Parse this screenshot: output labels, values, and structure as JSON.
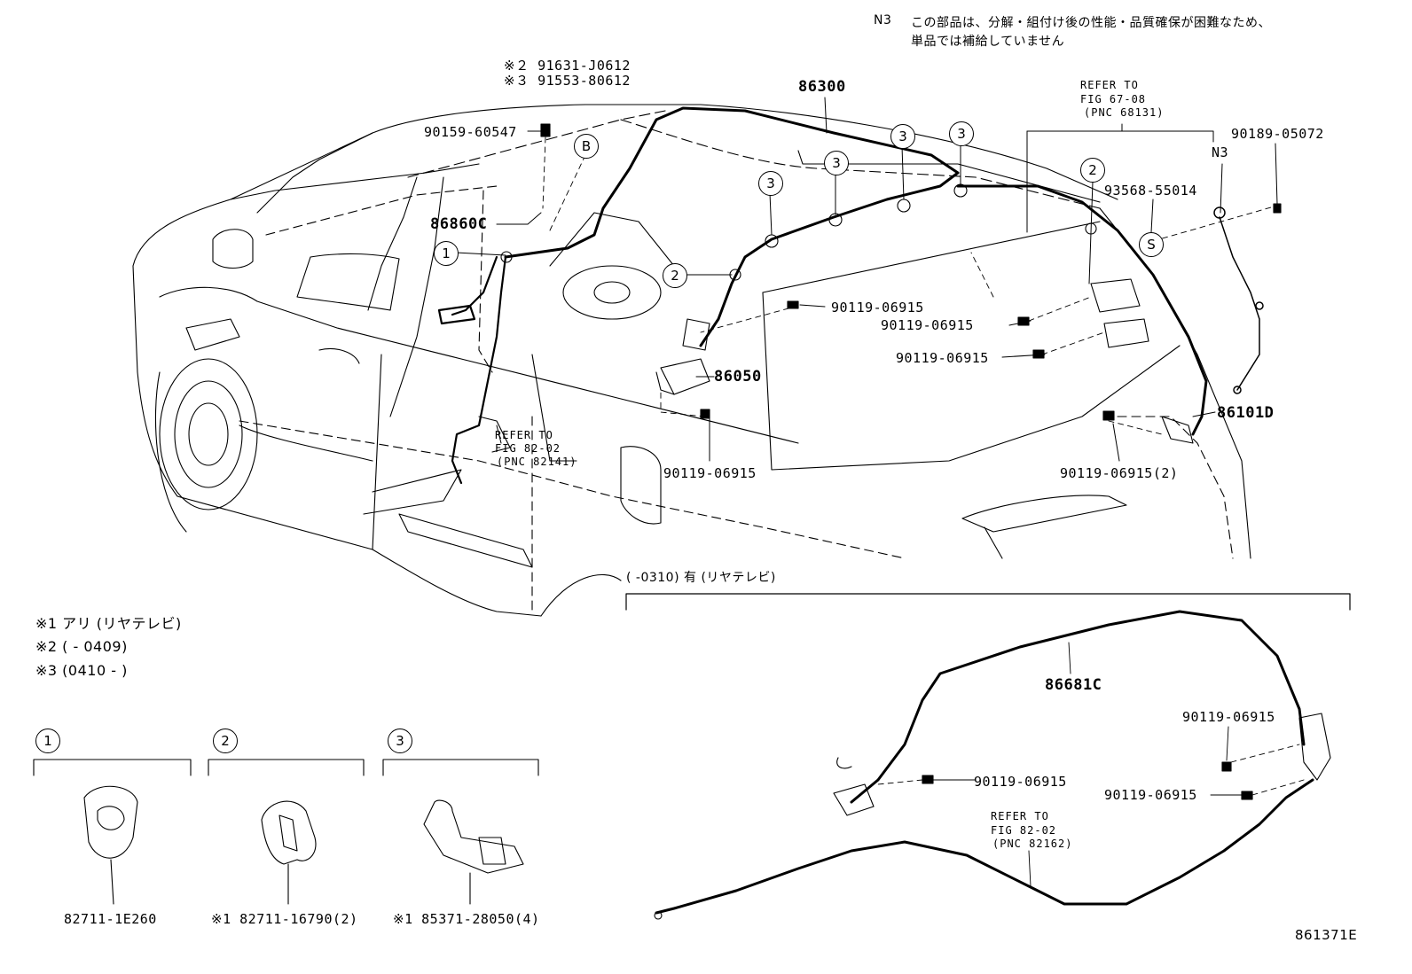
{
  "notes": {
    "n3_code": "N3",
    "n3_line1": "この部品は、分解・組付け後の性能・品質確保が困難なため、",
    "n3_line2": "単品では補給していません"
  },
  "callouts": {
    "c2_part": "※２ 91631-J0612",
    "c3_part": "※３ 91553-80612",
    "p86300": "86300",
    "p90159": "90159-60547",
    "p86860c": "86860C",
    "p86050": "86050",
    "p86101d": "86101D",
    "p90189": "90189-05072",
    "p93568": "93568-55014",
    "bolt_a": "90119-06915",
    "bolt_b": "90119-06915",
    "bolt_c": "90119-06915",
    "bolt_d": "90119-06915",
    "bolt_e": "90119-06915(2)",
    "refer_67_1": "REFER TO",
    "refer_67_2": "FIG 67-08",
    "refer_67_3": "(PNC 68131)",
    "refer_82a_1": "REFER TO",
    "refer_82a_2": "FIG 82-02",
    "refer_82a_3": "(PNC 82141)",
    "n3_tag": "N3",
    "mark_b": "B",
    "mark_s": "S",
    "circ1": "1",
    "circ2": "2",
    "circ3": "3"
  },
  "legend": {
    "l1": "※1  アリ (リヤテレビ)",
    "l2": "※2 (        -  0409)",
    "l3": "※3 (0410 -         )"
  },
  "inset": {
    "header": "(      -0310) 有 (リヤテレビ)",
    "p86681c": "86681C",
    "bolt_1": "90119-06915",
    "bolt_2": "90119-06915",
    "bolt_3": "90119-06915",
    "refer_1": "REFER TO",
    "refer_2": "FIG 82-02",
    "refer_3": "(PNC 82162)"
  },
  "clips": [
    {
      "circle": "1",
      "part": "82711-1E260"
    },
    {
      "circle": "2",
      "part": "※1 82711-16790(2)"
    },
    {
      "circle": "3",
      "part": "※1 85371-28050(4)"
    }
  ],
  "figure_id": "861371E"
}
